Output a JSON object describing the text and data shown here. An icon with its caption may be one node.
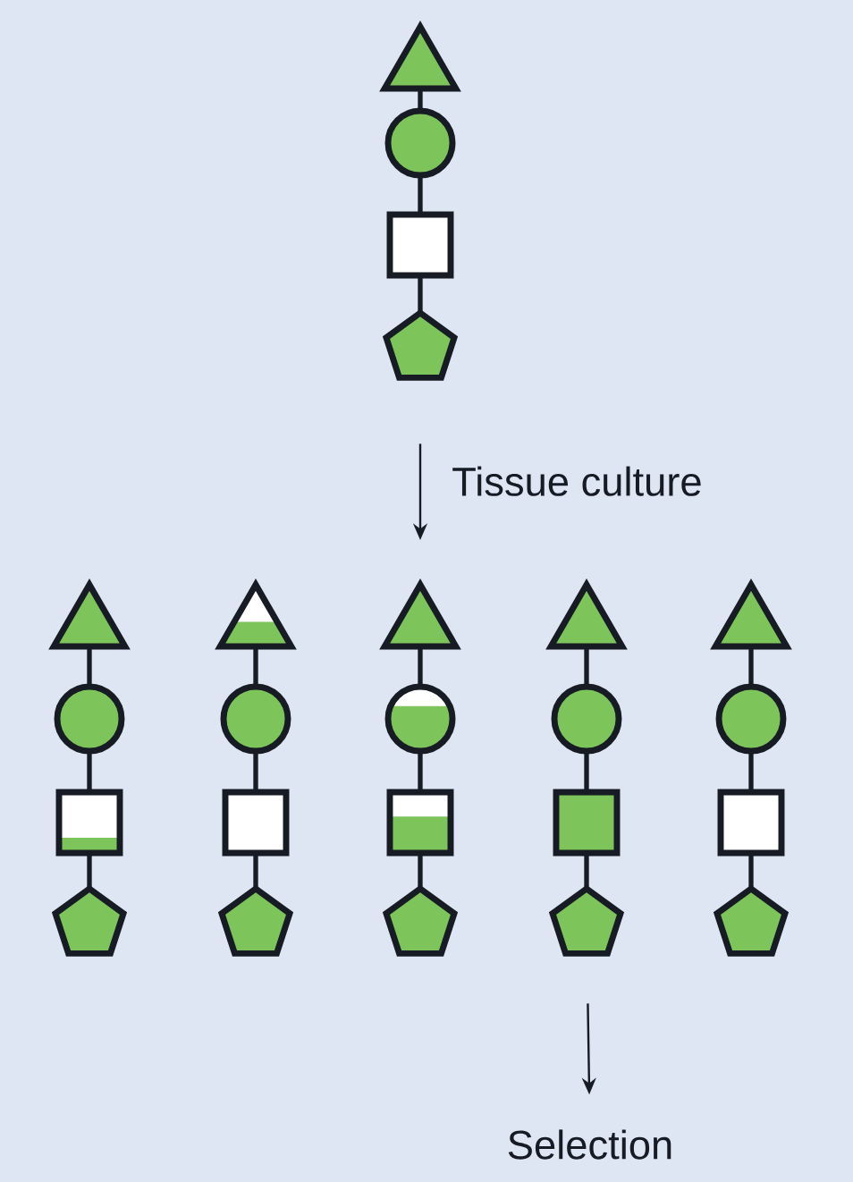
{
  "diagram": {
    "nodes": [
      {
        "text": [],
        "shape": "triangle"
      },
      {
        "text": [],
        "shape": "circle"
      },
      {
        "text": [],
        "shape": "box"
      },
      {
        "text": [],
        "shape": "pentagon"
      },
      {
        "text": [],
        "shape": "triangle"
      },
      {
        "text": [],
        "shape": "circle"
      },
      {
        "text": [],
        "shape": "box"
      },
      {
        "text": [],
        "shape": "pentagon"
      },
      {
        "text": [],
        "shape": "triangle"
      },
      {
        "text": [],
        "shape": "circle"
      },
      {
        "text": [],
        "shape": "box"
      },
      {
        "text": [],
        "shape": "pentagon"
      },
      {
        "text": [],
        "shape": "triangle"
      },
      {
        "text": [],
        "shape": "circle"
      },
      {
        "text": [],
        "shape": "box"
      },
      {
        "text": [],
        "shape": "pentagon"
      },
      {
        "text": [],
        "shape": "triangle"
      },
      {
        "text": [],
        "shape": "circle"
      },
      {
        "text": [],
        "shape": "box"
      },
      {
        "text": [],
        "shape": "pentagon"
      },
      {
        "text": [],
        "shape": "triangle"
      },
      {
        "text": [],
        "shape": "circle"
      },
      {
        "text": [],
        "shape": "box"
      },
      {
        "text": [],
        "shape": "pentagon"
      },
      {
        "text": [
          "Selection"
        ]
      }
    ],
    "edges": [
      {
        "from": 0,
        "to": 1,
        "arrow": "none"
      },
      {
        "from": 1,
        "to": 2,
        "arrow": "none"
      },
      {
        "from": 2,
        "to": 3,
        "arrow": "none"
      },
      {
        "from": 4,
        "to": 5,
        "arrow": "none"
      },
      {
        "from": 5,
        "to": 6,
        "arrow": "none"
      },
      {
        "from": 6,
        "to": 7,
        "arrow": "none"
      },
      {
        "from": 8,
        "to": 9,
        "arrow": "none"
      },
      {
        "from": 9,
        "to": 10,
        "arrow": "none"
      },
      {
        "from": 10,
        "to": 11,
        "arrow": "none"
      },
      {
        "from": 12,
        "to": 13,
        "arrow": "none"
      },
      {
        "from": 13,
        "to": 14,
        "arrow": "none"
      },
      {
        "from": 14,
        "to": 15,
        "arrow": "none"
      },
      {
        "from": 16,
        "to": 17,
        "arrow": "none"
      },
      {
        "from": 17,
        "to": 18,
        "arrow": "none"
      },
      {
        "from": 18,
        "to": 19,
        "arrow": "none"
      },
      {
        "from": 20,
        "to": 21,
        "arrow": "none"
      },
      {
        "from": 21,
        "to": 22,
        "arrow": "none"
      },
      {
        "from": 22,
        "to": 23,
        "arrow": "none"
      },
      {
        "from": 3,
        "to": 12,
        "arrow": "to",
        "label": "Tissue culture"
      },
      {
        "from": 19,
        "to": 24,
        "arrow": "to"
      }
    ]
  }
}
